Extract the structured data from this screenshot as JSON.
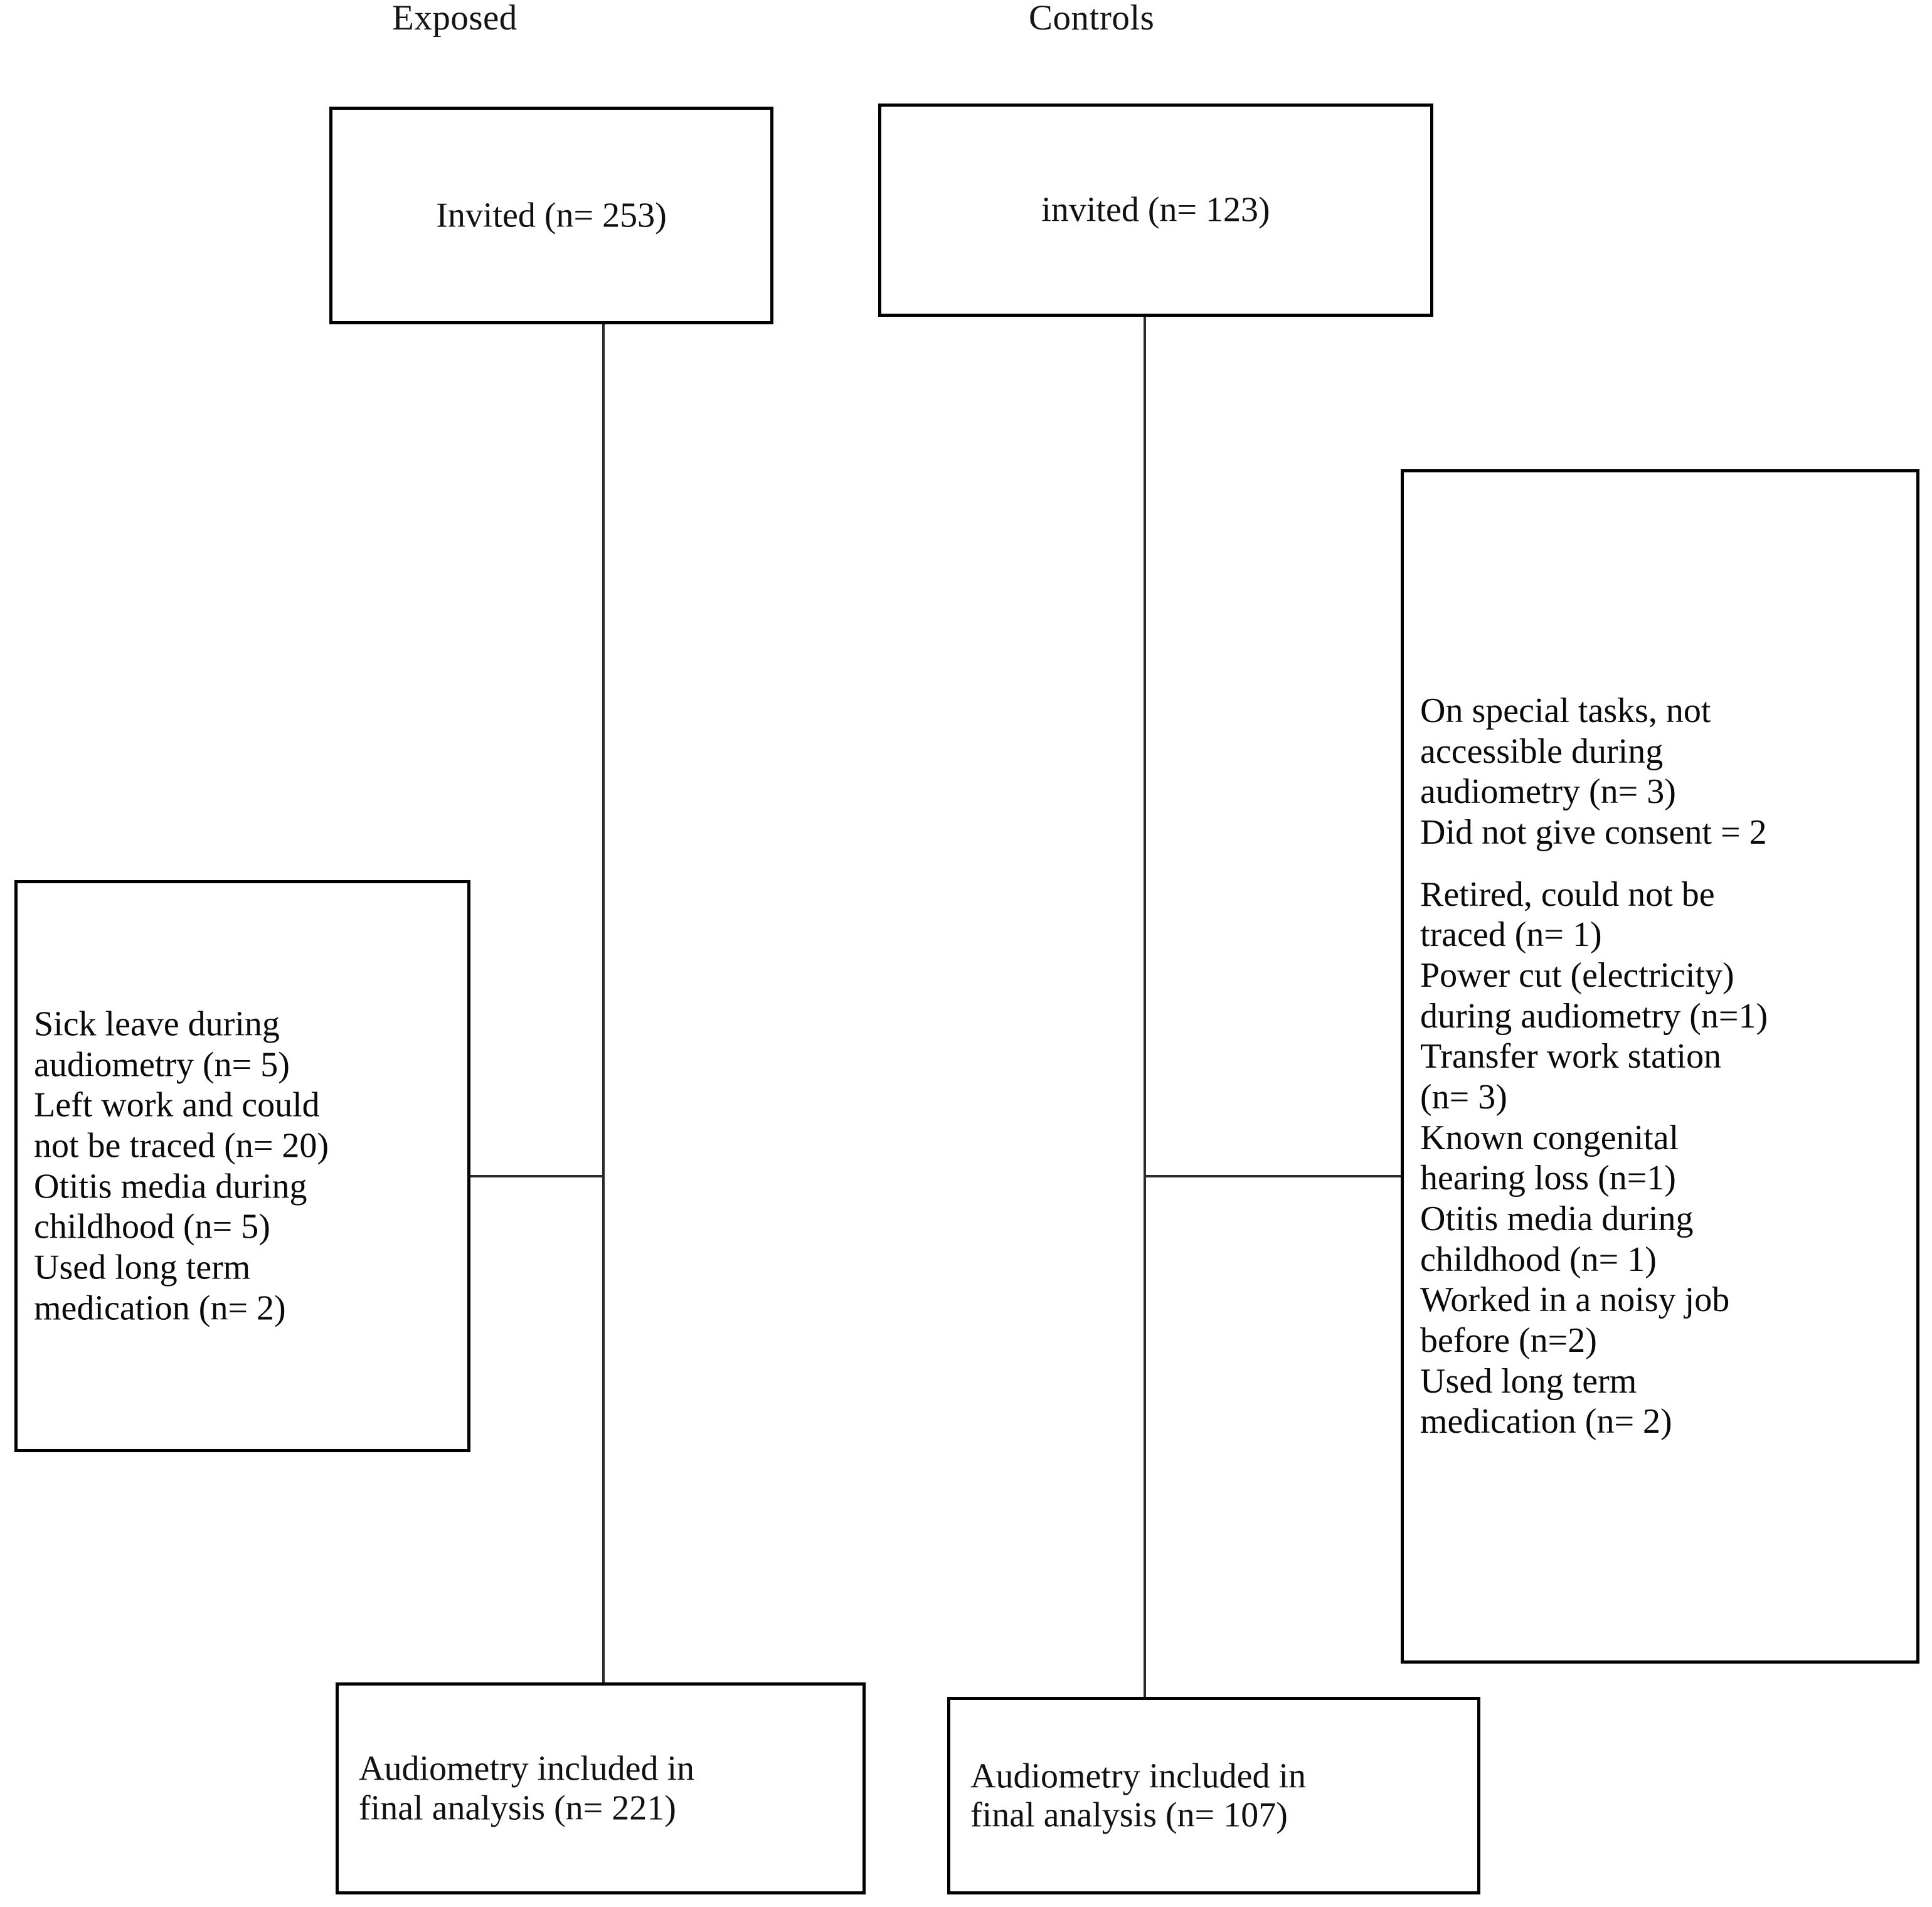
{
  "headers": {
    "left": "Exposed",
    "right": "Controls"
  },
  "nodes": {
    "exposed_invited": {
      "text": "Invited (n= 253)"
    },
    "controls_invited": {
      "text": "invited (n= 123)"
    },
    "exposed_final": {
      "text": "Audiometry  included  in\nfinal analysis (n= 221)"
    },
    "controls_final": {
      "text": "Audiometry included in\nfinal analysis (n= 107)"
    }
  },
  "exclusions": {
    "exposed": {
      "lines": [
        "Sick leave during\naudiometry (n= 5)",
        "Left  work  and  could\nnot be traced (n= 20)",
        "Otitis media during\nchildhood (n= 5)",
        "Used long term\nmedication (n= 2)"
      ]
    },
    "controls": {
      "lines": [
        "On special tasks, not\naccessible during\naudiometry (n= 3)",
        "Did not give consent = 2",
        "",
        "Retired, could not be\ntraced (n= 1)",
        "Power cut (electricity)\nduring audiometry (n=1)",
        "Transfer work station\n(n= 3)",
        "Known congenital\nhearing loss (n=1)",
        "Otitis media during\nchildhood (n= 1)",
        "Worked in a noisy job\nbefore (n=2)",
        "Used long term\nmedication (n= 2)"
      ]
    }
  },
  "chart_data": {
    "type": "diagram",
    "title": "Participant flow diagram",
    "arms": [
      {
        "name": "Exposed",
        "invited": 253,
        "excluded": [
          {
            "reason": "Sick leave during audiometry",
            "n": 5
          },
          {
            "reason": "Left work and could not be traced",
            "n": 20
          },
          {
            "reason": "Otitis media during childhood",
            "n": 5
          },
          {
            "reason": "Used long term medication",
            "n": 2
          }
        ],
        "final_analysis": 221
      },
      {
        "name": "Controls",
        "invited": 123,
        "excluded": [
          {
            "reason": "On special tasks, not accessible during audiometry",
            "n": 3
          },
          {
            "reason": "Did not give consent",
            "n": 2
          },
          {
            "reason": "Retired, could not be traced",
            "n": 1
          },
          {
            "reason": "Power cut (electricity) during audiometry",
            "n": 1
          },
          {
            "reason": "Transfer work station",
            "n": 3
          },
          {
            "reason": "Known congenital hearing loss",
            "n": 1
          },
          {
            "reason": "Otitis media during childhood",
            "n": 1
          },
          {
            "reason": "Worked in a noisy job before",
            "n": 2
          },
          {
            "reason": "Used long term medication",
            "n": 2
          }
        ],
        "final_analysis": 107
      }
    ]
  }
}
